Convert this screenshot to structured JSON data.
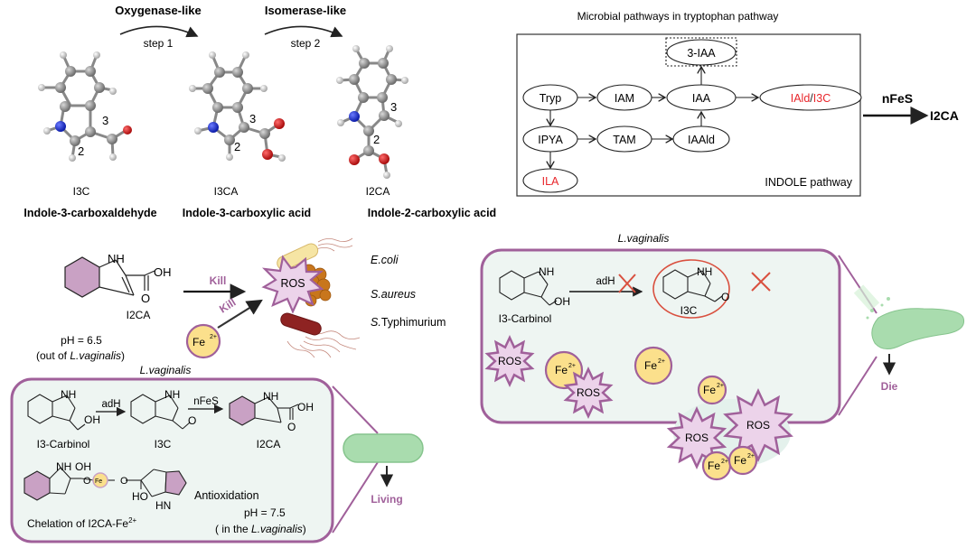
{
  "top": {
    "step1": {
      "enzyme": "Oxygenase-like",
      "label": "step 1"
    },
    "step2": {
      "enzyme": "Isomerase-like",
      "label": "step 2"
    },
    "molecules": [
      {
        "abbr": "I3C",
        "name": "Indole-3-carboxaldehyde"
      },
      {
        "abbr": "I3CA",
        "name": "Indole-3-carboxylic acid"
      },
      {
        "abbr": "I2CA",
        "name": "Indole-2-carboxylic acid"
      }
    ],
    "atom_numbers": {
      "c2": "2",
      "c3": "3"
    }
  },
  "pathway": {
    "title": "Microbial pathways in tryptophan pathway",
    "box_label": "INDOLE pathway",
    "nodes": {
      "iaa3": "3-IAA",
      "tryp": "Tryp",
      "iam": "IAM",
      "iaa": "IAA",
      "iald": "IAld",
      "slash": "/",
      "i3c": "I3C",
      "ipya": "IPYA",
      "tam": "TAM",
      "iaald": "IAAld",
      "ila": "ILA"
    },
    "catalyst": "nFeS",
    "product": "I2CA",
    "highlight_color": "#e8262b"
  },
  "kill_panel": {
    "molecule": "I2CA",
    "oh": "OH",
    "nh": "NH",
    "o": "O",
    "ph": "pH = 6.5",
    "ph_context_pre": "(out of ",
    "ph_context_species": "L.vaginalis",
    "ph_context_post": ")",
    "kill1": "Kill",
    "kill2": "Kill",
    "fe": "Fe",
    "fe_charge": "2+",
    "ros": "ROS",
    "bacteria": [
      {
        "name": "E.coli",
        "italic": true
      },
      {
        "name": "S.aureus",
        "italic": true
      },
      {
        "prefix": "S.",
        "name": "Typhimurium",
        "italic": false
      }
    ]
  },
  "living_panel": {
    "species": "L.vaginalis",
    "reactants": [
      "I3-Carbinol",
      "I3C",
      "I2CA"
    ],
    "enzyme1": "adH",
    "enzyme2": "nFeS",
    "chelation_label": "Chelation of I2CA-Fe",
    "chelation_charge": "2+",
    "antioxidation": "Antioxidation",
    "ph": "pH = 7.5",
    "ph_context_pre": "( in the ",
    "ph_context_species": "L.vaginalis",
    "ph_context_post": ")",
    "outcome": "Living",
    "nh": "NH",
    "hn": "HN",
    "oh": "OH",
    "ho": "HO",
    "o": "O",
    "fe": "Fe",
    "fe_charge": "2+"
  },
  "die_panel": {
    "species": "L.vaginalis",
    "reactant": "I3-Carbinol",
    "product": "I3C",
    "enzyme": "adH",
    "nh": "NH",
    "oh": "OH",
    "o": "O",
    "ros": "ROS",
    "fe": "Fe",
    "fe_charge": "2+",
    "outcome": "Die"
  },
  "colors": {
    "purple": "#a0609a",
    "purple_light": "#ecd3ea",
    "ring_fill": "#c9a1c4",
    "panel_bg": "#eef5f2",
    "fe_fill": "#fbe08c",
    "green": "#a9dcae",
    "red_x": "#d9503f",
    "red_text": "#e8262b"
  }
}
